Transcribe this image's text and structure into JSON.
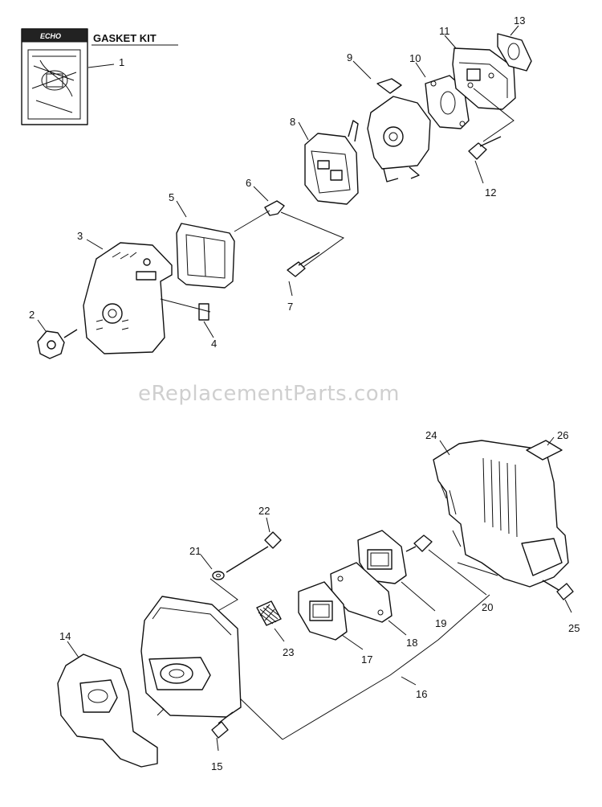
{
  "watermark": "eReplacementParts.com",
  "gasket_kit": {
    "title": "GASKET KIT",
    "logo_text": "ECHO"
  },
  "callouts": [
    "1",
    "2",
    "3",
    "4",
    "5",
    "6",
    "7",
    "8",
    "9",
    "10",
    "11",
    "12",
    "13",
    "14",
    "15",
    "16",
    "17",
    "18",
    "19",
    "20",
    "21",
    "22",
    "23",
    "24",
    "25",
    "26"
  ]
}
